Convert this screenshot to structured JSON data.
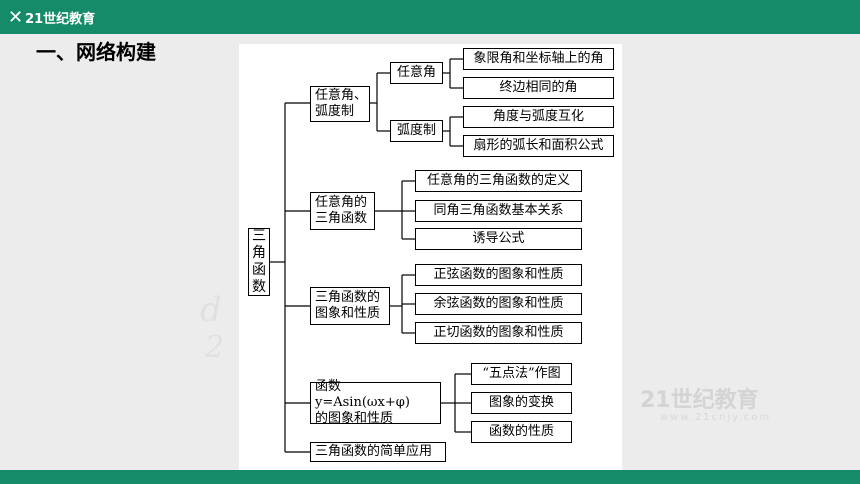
{
  "logo": {
    "mark": "✕",
    "text": "21世纪教育"
  },
  "heading": "一、网络构建",
  "watermark": {
    "text": "21世纪教育",
    "url": "www.21cnjy.com"
  },
  "colors": {
    "brand_green": "#168b6a",
    "background": "#ececec",
    "panel": "#ffffff"
  },
  "diagram": {
    "root": "三角函数",
    "l1": [
      "任意角、\n弧度制",
      "任意角的\n三角函数",
      "三角函数的\n图象和性质",
      "函数 y=Asin(ωx+φ)\n的图象和性质",
      "三角函数的简单应用"
    ],
    "l2": [
      "任意角",
      "弧度制"
    ],
    "leaves": {
      "任意角": [
        "象限角和坐标轴上的角",
        "终边相同的角"
      ],
      "弧度制": [
        "角度与弧度互化",
        "扇形的弧长和面积公式"
      ],
      "三角函数": [
        "任意角的三角函数的定义",
        "同角三角函数基本关系",
        "诱导公式"
      ],
      "图象性质": [
        "正弦函数的图象和性质",
        "余弦函数的图象和性质",
        "正切函数的图象和性质"
      ],
      "Asin": [
        "“五点法”作图",
        "图象的变换",
        "函数的性质"
      ]
    }
  }
}
